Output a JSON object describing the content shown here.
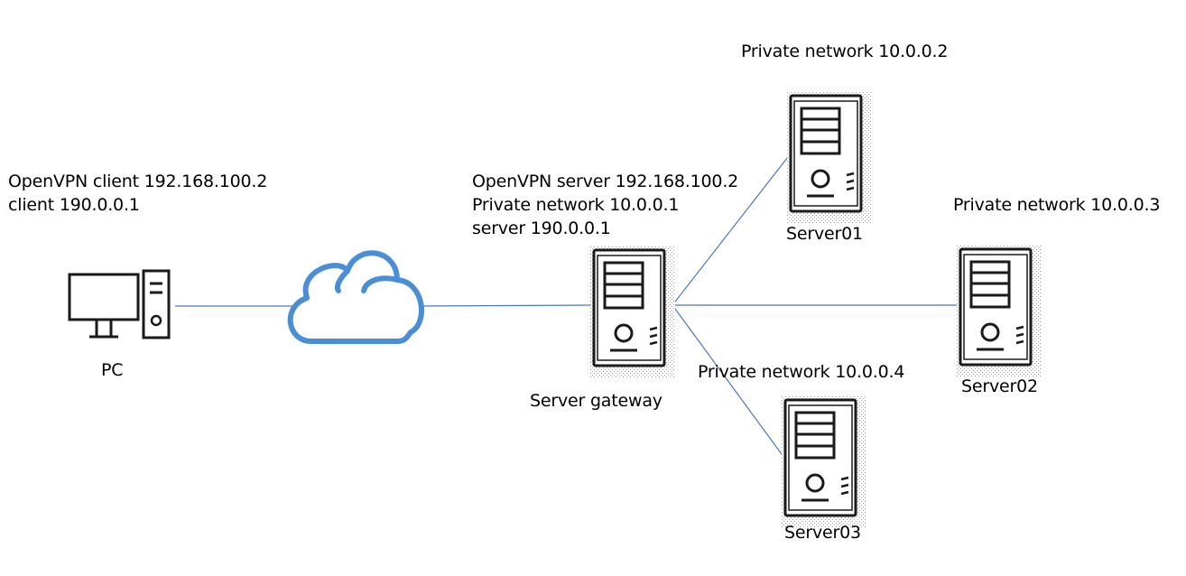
{
  "pc": {
    "label": "PC",
    "lines": [
      "OpenVPN client 192.168.100.2",
      "client 190.0.0.1"
    ]
  },
  "gateway": {
    "label": "Server gateway",
    "lines": [
      "OpenVPN server 192.168.100.2",
      "Private network 10.0.0.1",
      "server 190.0.0.1"
    ]
  },
  "server01": {
    "label": "Server01",
    "network": "Private network 10.0.0.2"
  },
  "server02": {
    "label": "Server02",
    "network": "Private network 10.0.0.3"
  },
  "server03": {
    "label": "Server03",
    "network": "Private network 10.0.0.4"
  },
  "colors": {
    "link": "#4a78c2",
    "cloud": "#4a8fd6",
    "device": "#1a1a1a"
  },
  "icons": {
    "pc": "desktop-computer-icon",
    "cloud": "cloud-icon",
    "server": "server-tower-icon"
  }
}
